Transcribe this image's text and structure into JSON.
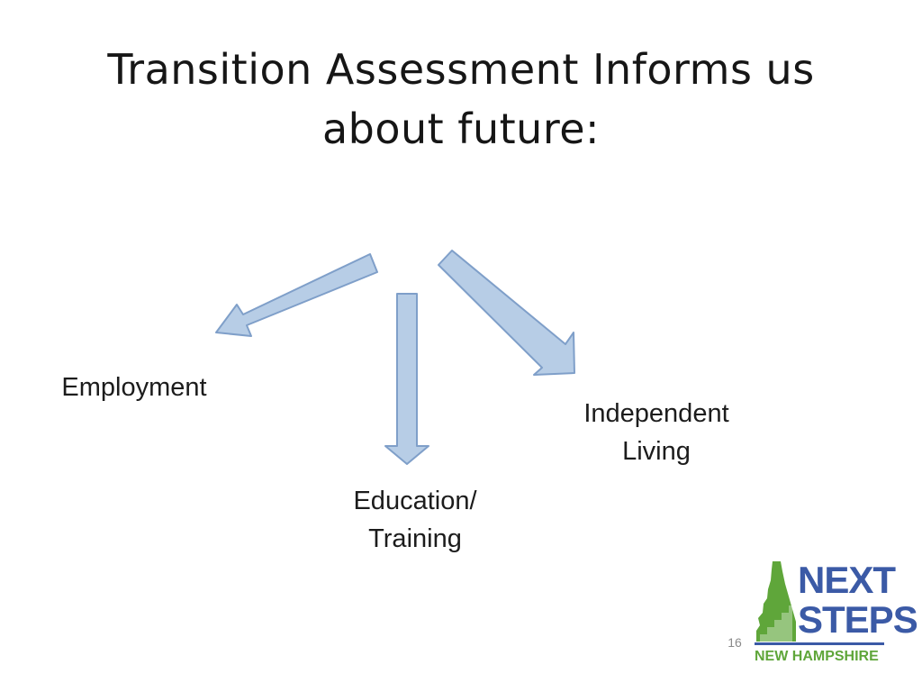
{
  "slide": {
    "title_lines": [
      "Transition Assessment Informs us",
      "about future:"
    ],
    "page_number": "16"
  },
  "diagram": {
    "arrow_fill": "#b7cde6",
    "arrow_stroke": "#7f9fc9",
    "nodes": [
      {
        "id": "employment",
        "lines": [
          "Employment"
        ]
      },
      {
        "id": "education",
        "lines": [
          "Education/",
          "Training"
        ]
      },
      {
        "id": "independent",
        "lines": [
          "Independent",
          "Living"
        ]
      }
    ],
    "edges": [
      {
        "to": "employment"
      },
      {
        "to": "education"
      },
      {
        "to": "independent"
      }
    ]
  },
  "logo": {
    "word1": "NEXT",
    "word2": "STEPS",
    "subtitle": "NEW HAMPSHIRE",
    "colors": {
      "blue": "#3b5aa6",
      "green": "#5fa63a"
    }
  }
}
